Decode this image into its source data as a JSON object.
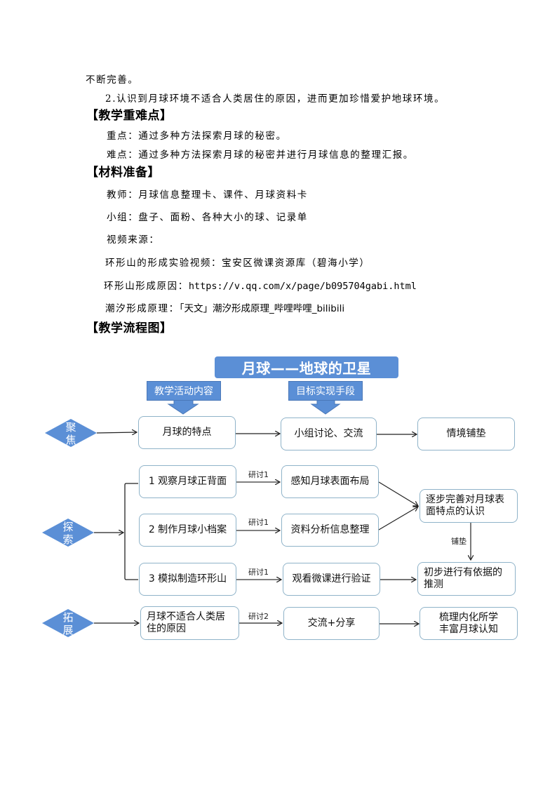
{
  "text": {
    "line_continued": "不断完善。",
    "goal2": "2.认识到月球环境不适合人类居住的原因，进而更加珍惜爱护地球环境。",
    "heading_keypoints": "【教学重难点】",
    "key_point": "重点：通过多种方法探索月球的秘密。",
    "difficult_point": "难点：通过多种方法探索月球的秘密并进行月球信息的整理汇报。",
    "heading_materials": "【材料准备】",
    "teacher_materials": "教师：月球信息整理卡、课件、月球资料卡",
    "group_materials": "小组：盘子、面粉、各种大小的球、记录单",
    "video_sources_label": "视频来源：",
    "video1": "环形山的形成实验视频：宝安区微课资源库（碧海小学）",
    "video2_label": "环形山形成原因：",
    "video2_url": "https://v.qq.com/x/page/b095704gabi.html",
    "video3_label": "潮汐形成原理：",
    "video3_value": "「天文」潮汐形成原理_哔哩哔哩_bilibili",
    "heading_flowchart": "【教学流程图】"
  },
  "flowchart": {
    "title": "月球——地球的卫星",
    "column_headers": [
      "教学活动内容",
      "目标实现手段"
    ],
    "stages": [
      {
        "chars": [
          "聚",
          "焦"
        ]
      },
      {
        "chars": [
          "探",
          "索"
        ]
      },
      {
        "chars": [
          "拓",
          "展"
        ]
      }
    ],
    "focus": {
      "activity": "月球的特点",
      "means": "小组讨论、交流",
      "goal": "情境铺垫"
    },
    "explore": {
      "activities": [
        "1 观察月球正背面",
        "2 制作月球小档案",
        "3 模拟制造环形山"
      ],
      "edge_labels": [
        "研讨1",
        "研讨1",
        "研讨1"
      ],
      "means": [
        "感知月球表面布局",
        "资料分析信息整理",
        "观看微课进行验证"
      ],
      "goal_top": "逐步完善对月球表面特点的认识",
      "goal_bottom": "初步进行有依据的推测",
      "vertical_label": "铺垫"
    },
    "extend": {
      "activity": "月球不适合人类居住的原因",
      "edge_label": "研讨2",
      "means": "交流+分享",
      "goal": "梳理内化所学丰富月球认知"
    },
    "colors": {
      "accent_blue": "#5b8fd6",
      "box_border": "#8fb3c9"
    }
  }
}
